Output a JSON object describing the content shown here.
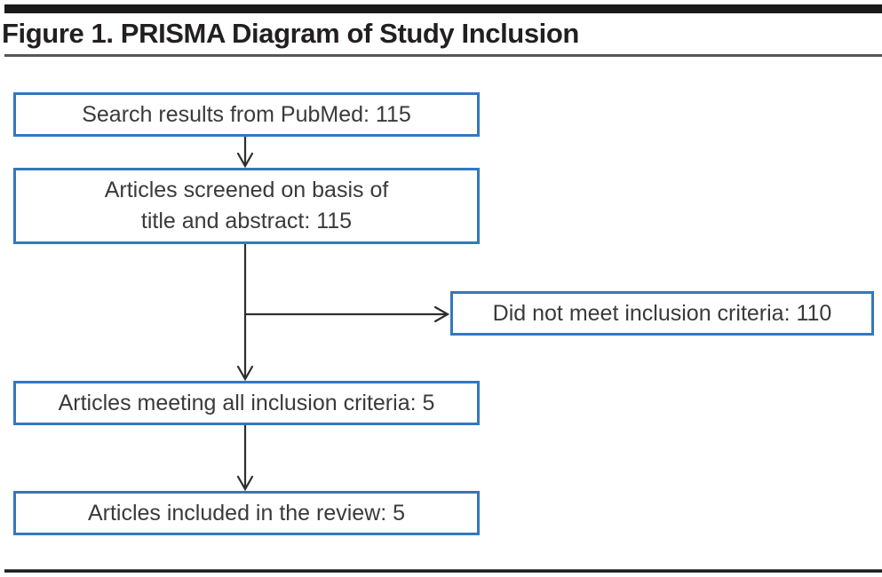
{
  "figure": {
    "title": "Figure 1. PRISMA Diagram of Study Inclusion"
  },
  "diagram": {
    "boxes": {
      "search": {
        "text": "Search results from PubMed: 115"
      },
      "screened": {
        "line1": "Articles screened on basis of",
        "line2": "title and abstract: 115"
      },
      "excluded": {
        "text": "Did not meet inclusion criteria: 110"
      },
      "meeting": {
        "text": "Articles meeting all inclusion criteria: 5"
      },
      "included": {
        "text": "Articles included in the review: 5"
      }
    },
    "colors": {
      "box_border": "#3378be",
      "box_text": "#3a3a3a",
      "arrow": "#2e2e2e",
      "title_text": "#231f20",
      "top_bar": "#1a1a1a",
      "title_divider": "#55575a",
      "bottom_rule": "#202020"
    }
  }
}
